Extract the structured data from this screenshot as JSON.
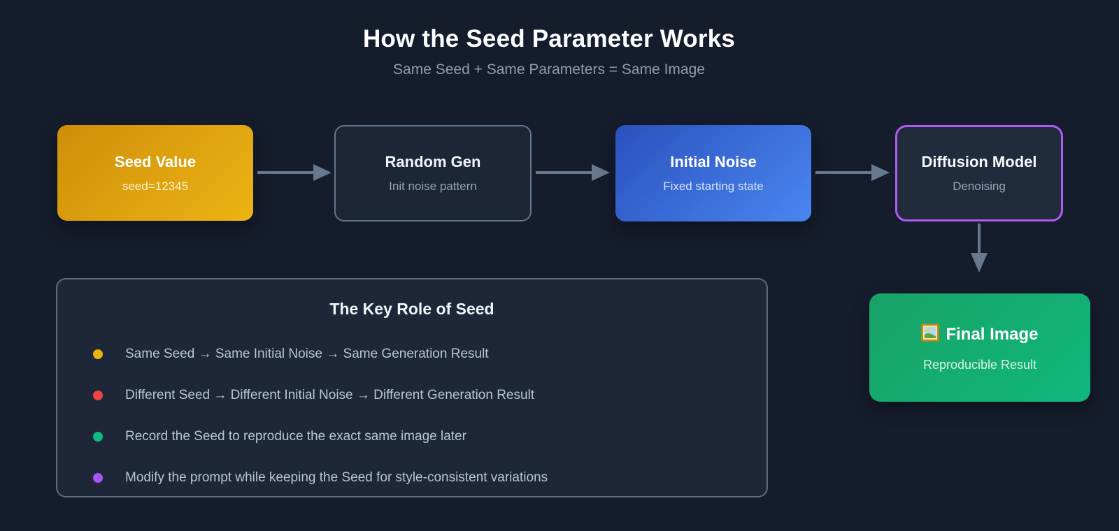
{
  "header": {
    "title": "How the Seed Parameter Works",
    "subtitle": "Same Seed + Same Parameters = Same Image"
  },
  "flow": {
    "nodes": [
      {
        "id": "seed-value",
        "title": "Seed Value",
        "subtitle": "seed=12345",
        "variant": "gold",
        "color": "#e0a10e"
      },
      {
        "id": "random-gen",
        "title": "Random Gen",
        "subtitle": "Init noise pattern",
        "variant": "outline",
        "color": "#64748b"
      },
      {
        "id": "initial-noise",
        "title": "Initial Noise",
        "subtitle": "Fixed starting state",
        "variant": "blue",
        "color": "#3b6fe0"
      },
      {
        "id": "diffusion-model",
        "title": "Diffusion Model",
        "subtitle": "Denoising",
        "variant": "purple-outline",
        "color": "#ad5cf5"
      },
      {
        "id": "final-image",
        "title": "Final Image",
        "subtitle": "Reproducible Result",
        "variant": "green",
        "color": "#12ad71",
        "icon": "framed-picture-icon"
      }
    ],
    "arrow_color": "#68788f"
  },
  "panel": {
    "title": "The Key Role of Seed",
    "bullets": [
      {
        "dot_color": "#eab308",
        "text": "Same Seed → Same Initial Noise → Same Generation Result"
      },
      {
        "dot_color": "#ef4444",
        "text": "Different Seed → Different Initial Noise → Different Generation Result"
      },
      {
        "dot_color": "#10b981",
        "text": "Record the Seed to reproduce the exact same image later"
      },
      {
        "dot_color": "#a855f7",
        "text": "Modify the prompt while keeping the Seed for style-consistent variations"
      }
    ]
  },
  "colors": {
    "background": "#151c2c",
    "panel_background": "#1d2737",
    "panel_border": "#94a3b8",
    "title_text": "#ffffff",
    "subtitle_text": "#8e9cb2",
    "bullet_text": "#b9c5d4"
  }
}
